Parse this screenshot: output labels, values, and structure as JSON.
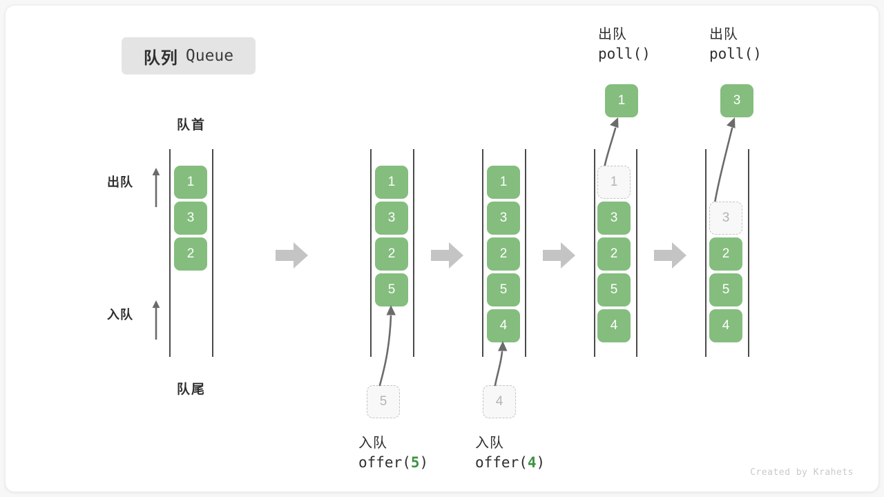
{
  "title": {
    "cn": "队列",
    "en": "Queue"
  },
  "labels": {
    "head": "队首",
    "tail": "队尾",
    "dequeue": "出队",
    "enqueue": "入队"
  },
  "credit": "Created by Krahets",
  "colors": {
    "element": "#84bd7e",
    "ghost_border": "#c2c2c2",
    "ghost_fill": "#f8f8f8",
    "rail": "#4a4a4a",
    "block_arrow": "#c4c4c4",
    "curve_arrow": "#6b6b6b",
    "code_arg": "#3f9142",
    "badge_bg": "#e4e4e4",
    "text": "#2f2f2f"
  },
  "stages": [
    {
      "name": "initial",
      "cells": [
        "1",
        "3",
        "2"
      ],
      "ghost_in": null,
      "caption_cn": null,
      "caption_code": null,
      "caption_arg": null,
      "result": null,
      "header_cn": null,
      "header_code": null
    },
    {
      "name": "offer-5",
      "cells": [
        "1",
        "3",
        "2",
        "5"
      ],
      "ghost_in": "5",
      "caption_cn": "入队",
      "caption_code_pre": "offer(",
      "caption_arg": "5",
      "caption_code_post": ")",
      "result": null,
      "header_cn": null,
      "header_code": null
    },
    {
      "name": "offer-4",
      "cells": [
        "1",
        "3",
        "2",
        "5",
        "4"
      ],
      "ghost_in": "4",
      "caption_cn": "入队",
      "caption_code_pre": "offer(",
      "caption_arg": "4",
      "caption_code_post": ")",
      "result": null,
      "header_cn": null,
      "header_code": null
    },
    {
      "name": "poll-1",
      "cells": [
        "1",
        "3",
        "2",
        "5",
        "4"
      ],
      "ghost_index": 0,
      "ghost_in": null,
      "caption_cn": null,
      "caption_code": null,
      "result": "1",
      "header_cn": "出队",
      "header_code": "poll()"
    },
    {
      "name": "poll-3",
      "cells": [
        "3",
        "2",
        "5",
        "4"
      ],
      "ghost_index": 0,
      "ghost_in": null,
      "caption_cn": null,
      "caption_code": null,
      "result": "3",
      "header_cn": "出队",
      "header_code": "poll()"
    }
  ],
  "flow_arrows": [
    {
      "name": "flow-arrow-1"
    },
    {
      "name": "flow-arrow-2"
    },
    {
      "name": "flow-arrow-3"
    },
    {
      "name": "flow-arrow-4"
    }
  ]
}
